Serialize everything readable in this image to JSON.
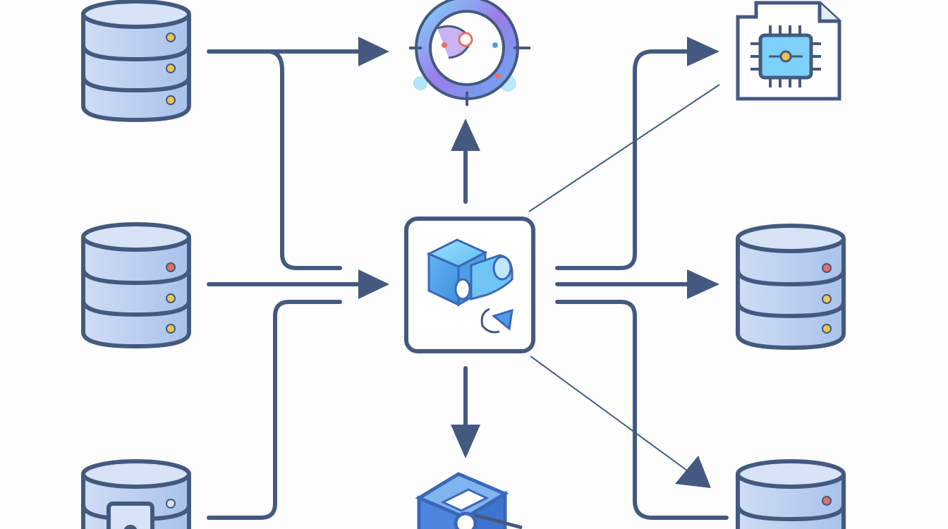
{
  "diagram": {
    "palette": {
      "stroke": "#44597f",
      "db_fill": "#bcd0ef",
      "db_fill_light": "#d7e3f6",
      "accent_blue": "#5fb6f0",
      "accent_purple": "#9b7ce8",
      "dot_red": "#e86f66",
      "dot_yellow": "#e9c74f",
      "background": "#fdfdfe"
    },
    "sources": [
      {
        "id": "source-db-top",
        "icon": "database-icon"
      },
      {
        "id": "source-db-middle",
        "icon": "database-icon"
      },
      {
        "id": "source-db-bottom",
        "icon": "database-icon"
      }
    ],
    "hub": {
      "id": "central-processor",
      "icon": "cube-pipeline-icon"
    },
    "outputs": [
      {
        "id": "target-gauge",
        "icon": "target-gauge-icon"
      },
      {
        "id": "target-chip-document",
        "icon": "chip-document-icon"
      },
      {
        "id": "target-db-middle",
        "icon": "database-icon"
      },
      {
        "id": "target-db-bottom",
        "icon": "database-icon"
      },
      {
        "id": "target-cube-bottom",
        "icon": "search-cube-icon"
      }
    ]
  }
}
